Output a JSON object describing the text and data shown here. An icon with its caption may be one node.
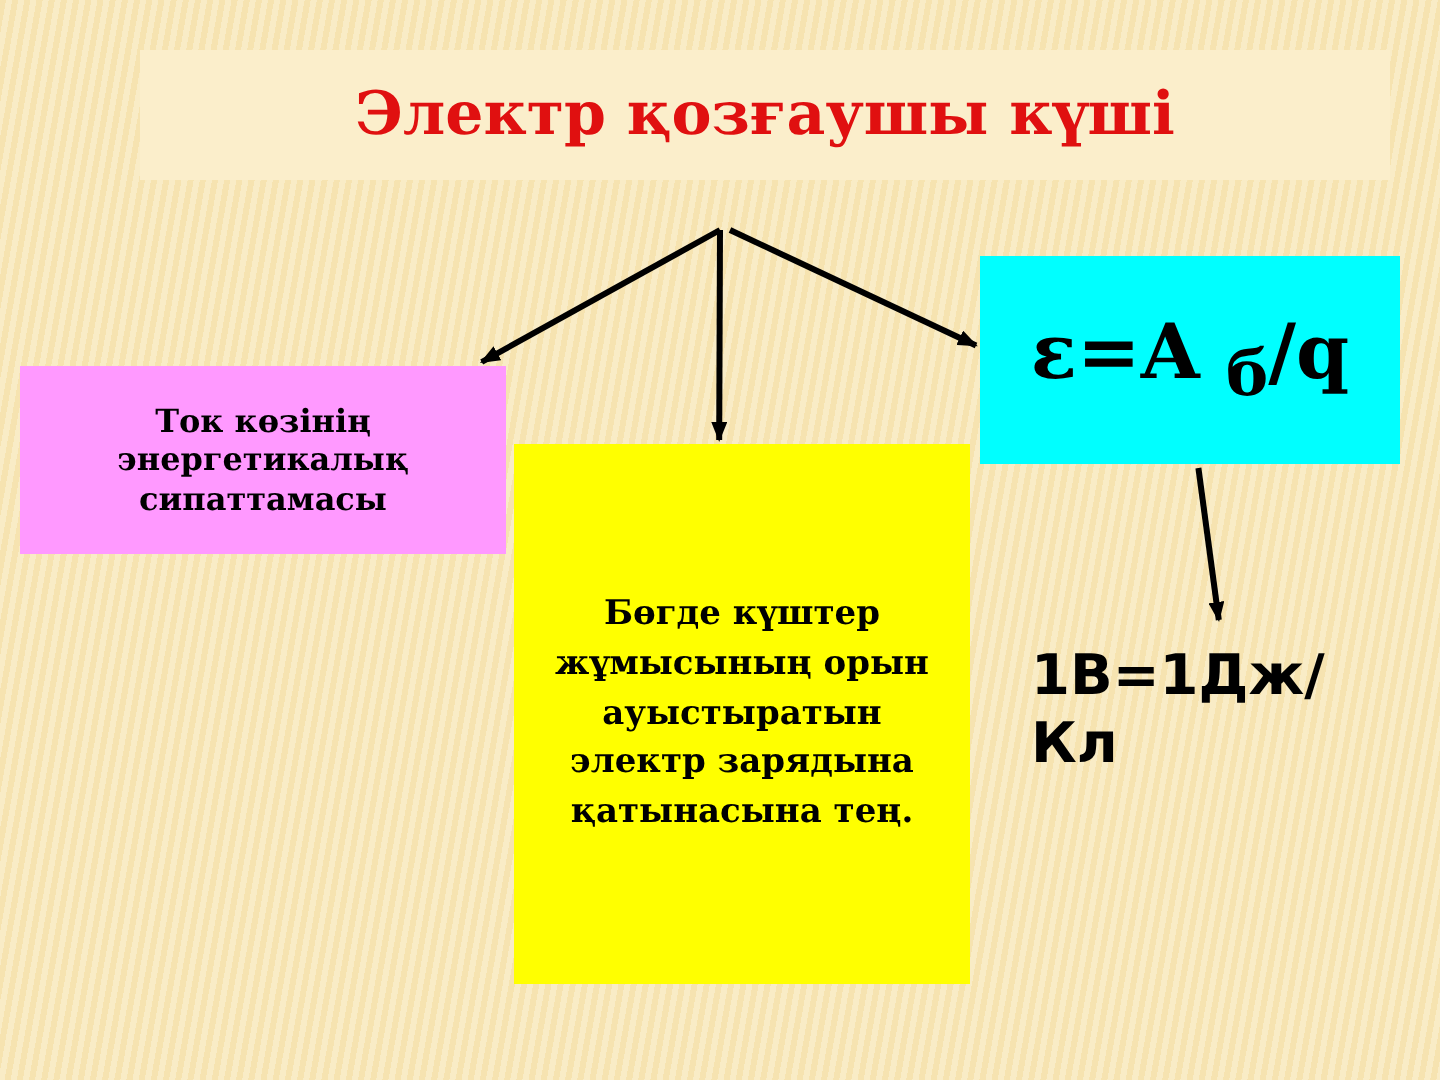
{
  "diagram": {
    "title": "Электр қозғаушы күші",
    "nodes": [
      {
        "text": [
          "Ток көзінің энергетикалық сипаттамасы"
        ]
      },
      {
        "text": [
          "Бөгде күштер жұмысының орын ауыстыратын электр зарядына қатынасына тең."
        ]
      },
      {
        "text": [
          "ε=A $_{б}$/q"
        ]
      },
      {
        "text": [
          "1В=1Дж/Кл"
        ]
      }
    ],
    "edges": [
      {
        "from": null,
        "to": 0,
        "arrow": "to"
      },
      {
        "from": null,
        "to": 1,
        "arrow": "to"
      },
      {
        "from": null,
        "to": 2,
        "arrow": "to"
      },
      {
        "from": 2,
        "to": 3,
        "arrow": "to"
      }
    ]
  }
}
